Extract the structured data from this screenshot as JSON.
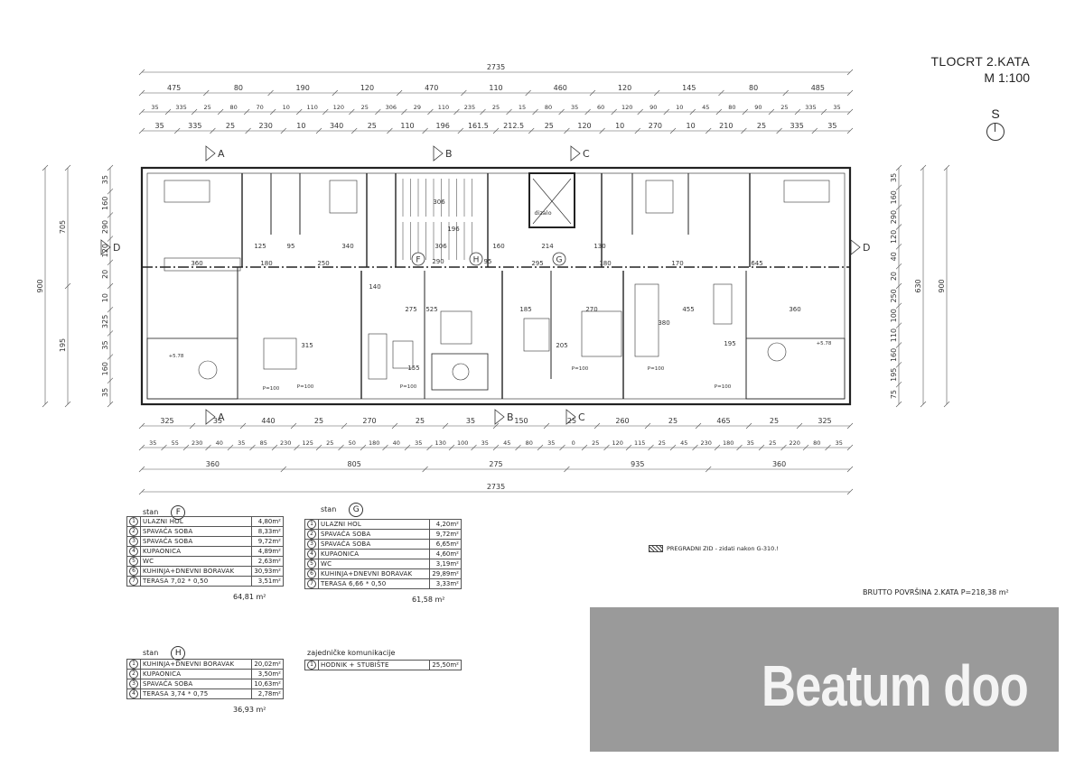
{
  "title": {
    "plan_name": "TLOCRT 2.KATA",
    "scale": "M 1:100",
    "north": "S"
  },
  "dimensions": {
    "total": "2735",
    "top_row1": [
      "475",
      "80",
      "190",
      "120",
      "470",
      "110",
      "460",
      "120",
      "145",
      "80",
      "485"
    ],
    "top_row2": [
      "35",
      "335",
      "25",
      "80",
      "70",
      "10",
      "110",
      "120",
      "25",
      "306",
      "29",
      "110",
      "235",
      "25",
      "15",
      "80",
      "35",
      "60",
      "120",
      "90",
      "10",
      "45",
      "80",
      "90",
      "25",
      "335",
      "35"
    ],
    "top_row3": [
      "35",
      "335",
      "25",
      "230",
      "10",
      "340",
      "25",
      "110",
      "196",
      "161.5",
      "212.5",
      "25",
      "120",
      "10",
      "270",
      "10",
      "210",
      "25",
      "335",
      "35"
    ],
    "bottom_row1": [
      "325",
      "35",
      "440",
      "25",
      "270",
      "25",
      "35",
      "150",
      "25",
      "260",
      "25",
      "465",
      "25",
      "325"
    ],
    "bottom_row2": [
      "35",
      "55",
      "230",
      "40",
      "35",
      "85",
      "230",
      "125",
      "25",
      "50",
      "180",
      "40",
      "35",
      "130",
      "100",
      "35",
      "45",
      "80",
      "35",
      "0",
      "25",
      "120",
      "115",
      "25",
      "45",
      "230",
      "180",
      "35",
      "25",
      "220",
      "80",
      "35"
    ],
    "bottom_row3": [
      "360",
      "805",
      "275",
      "935",
      "360"
    ],
    "left_outer": "900",
    "left_mid": [
      "705",
      "195"
    ],
    "left_inner": [
      "35",
      "160",
      "290",
      "120",
      "20",
      "10",
      "325",
      "35",
      "160",
      "35"
    ],
    "right_outer": "900",
    "right_mid": [
      "630"
    ],
    "right_inner": [
      "35",
      "160",
      "290",
      "120",
      "40",
      "20",
      "250",
      "100",
      "110",
      "160",
      "195",
      "75"
    ]
  },
  "section_marks": [
    "A",
    "B",
    "C",
    "D"
  ],
  "axes": [
    "F",
    "H",
    "G"
  ],
  "plan_labels": {
    "elevator": "dizalo",
    "stair_a": "306",
    "stair_b": "196",
    "level1": "P=100",
    "level2": "+5.78",
    "dims_interior": [
      "360",
      "180",
      "250",
      "140",
      "290",
      "95",
      "295",
      "180",
      "170",
      "645",
      "125",
      "95",
      "340",
      "306",
      "160",
      "214",
      "130",
      "275",
      "525",
      "270",
      "455",
      "360",
      "315",
      "155",
      "205",
      "185",
      "380",
      "195"
    ]
  },
  "apartments": [
    {
      "label": "stan",
      "id": "F",
      "rooms": [
        {
          "n": "1",
          "name": "ULAZNI HOL",
          "area": "4,80m²"
        },
        {
          "n": "2",
          "name": "SPAVAĆA SOBA",
          "area": "8,33m²"
        },
        {
          "n": "3",
          "name": "SPAVAĆA SOBA",
          "area": "9,72m²"
        },
        {
          "n": "4",
          "name": "KUPAONICA",
          "area": "4,89m²"
        },
        {
          "n": "5",
          "name": "WC",
          "area": "2,63m²"
        },
        {
          "n": "6",
          "name": "KUHINJA+DNEVNI BORAVAK",
          "area": "30,93m²"
        },
        {
          "n": "7",
          "name": "TERASA 7,02 * 0,50",
          "area": "3,51m²"
        }
      ],
      "total": "64,81 m²"
    },
    {
      "label": "stan",
      "id": "G",
      "rooms": [
        {
          "n": "1",
          "name": "ULAZNI HOL",
          "area": "4,20m²"
        },
        {
          "n": "2",
          "name": "SPAVAĆA SOBA",
          "area": "9,72m²"
        },
        {
          "n": "3",
          "name": "SPAVAĆA SOBA",
          "area": "6,65m²"
        },
        {
          "n": "4",
          "name": "KUPAONICA",
          "area": "4,60m²"
        },
        {
          "n": "5",
          "name": "WC",
          "area": "3,19m²"
        },
        {
          "n": "6",
          "name": "KUHINJA+DNEVNI BORAVAK",
          "area": "29,89m²"
        },
        {
          "n": "7",
          "name": "TERASA 6,66 * 0,50",
          "area": "3,33m²"
        }
      ],
      "total": "61,58 m²"
    },
    {
      "label": "stan",
      "id": "H",
      "rooms": [
        {
          "n": "1",
          "name": "KUHINJA+DNEVNI BORAVAK",
          "area": "20,02m²"
        },
        {
          "n": "2",
          "name": "KUPAONICA",
          "area": "3,50m²"
        },
        {
          "n": "3",
          "name": "SPAVAĆA SOBA",
          "area": "10,63m²"
        },
        {
          "n": "4",
          "name": "TERASA 3,74 * 0,75",
          "area": "2,78m²"
        }
      ],
      "total": "36,93 m²"
    }
  ],
  "common": {
    "label": "zajedničke komunikacije",
    "rooms": [
      {
        "n": "1",
        "name": "HODNIK + STUBIŠTE",
        "area": "25,50m²"
      }
    ]
  },
  "legend": "PREGRADNI ZID - zidati nakon G-310.!",
  "brutto": "BRUTTO POVRŠINA 2.KATA P=218,38 m²",
  "watermark": "Beatum doo"
}
